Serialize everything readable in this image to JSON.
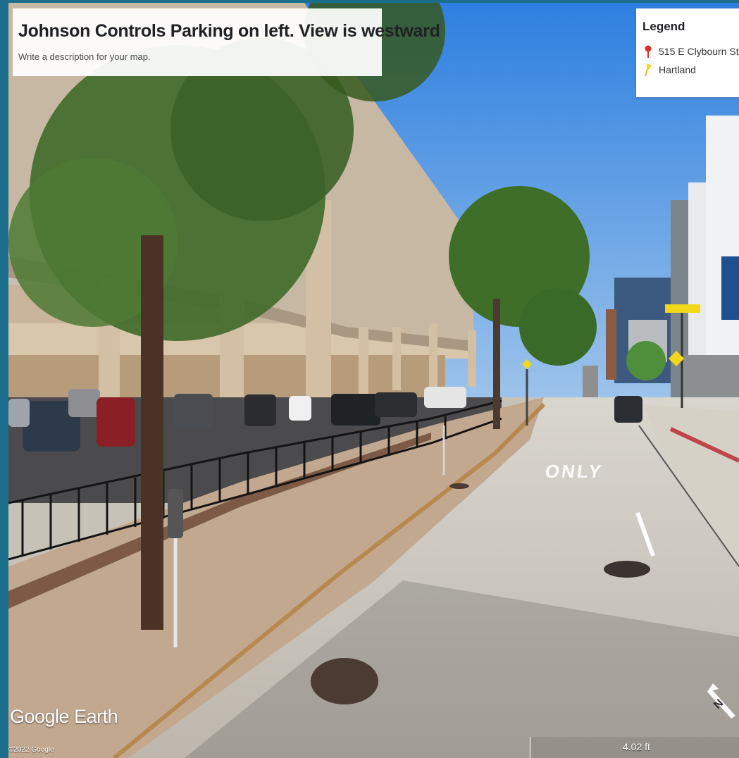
{
  "map": {
    "title": "Johnson Controls Parking on left. View is westward",
    "description": "Write a description for your map."
  },
  "legend": {
    "heading": "Legend",
    "items": [
      {
        "label": "515 E Clybourn St",
        "icon": "red-pin-icon",
        "color": "#d93025"
      },
      {
        "label": "Hartland",
        "icon": "yellow-pushpin-icon",
        "color": "#f4d81c"
      }
    ]
  },
  "branding": {
    "logo": "Google Earth",
    "copyright": "©2022 Google"
  },
  "scale_bar": {
    "label": "4.02 ft"
  },
  "road_marking": {
    "text": "ONLY"
  },
  "colors": {
    "frame": "#1b6e8c",
    "sky": "#4f8fd8",
    "concrete": "#c9c3b7",
    "tree": "#3f6b2a"
  }
}
